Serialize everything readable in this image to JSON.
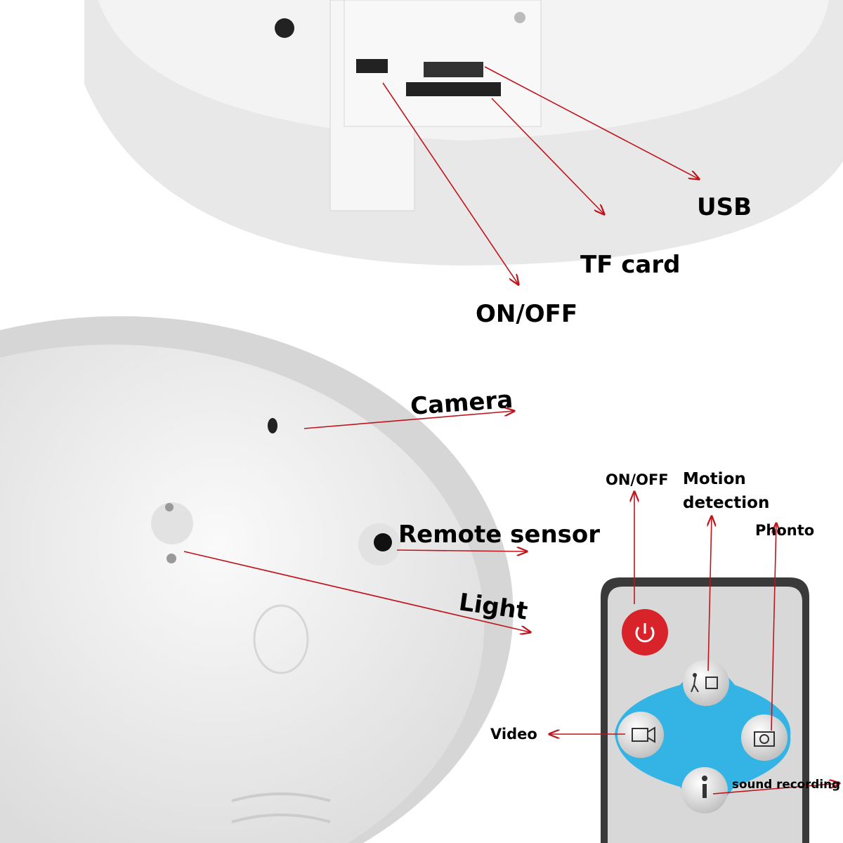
{
  "top_labels": {
    "usb": "USB",
    "tf_card": "TF card",
    "on_off": "ON/OFF"
  },
  "device_labels": {
    "camera": "Camera",
    "remote_sensor": "Remote sensor",
    "light": "Light"
  },
  "remote_labels": {
    "on_off": "ON/OFF",
    "motion_line1": "Motion",
    "motion_line2": "detection",
    "photo": "Phonto",
    "video": "Video",
    "sound_recording": "sound recording"
  },
  "colors": {
    "arrow": "#c0141c",
    "power_button": "#d8232a",
    "dpad": "#33b4e4",
    "remote_body": "#3a3a3a"
  }
}
